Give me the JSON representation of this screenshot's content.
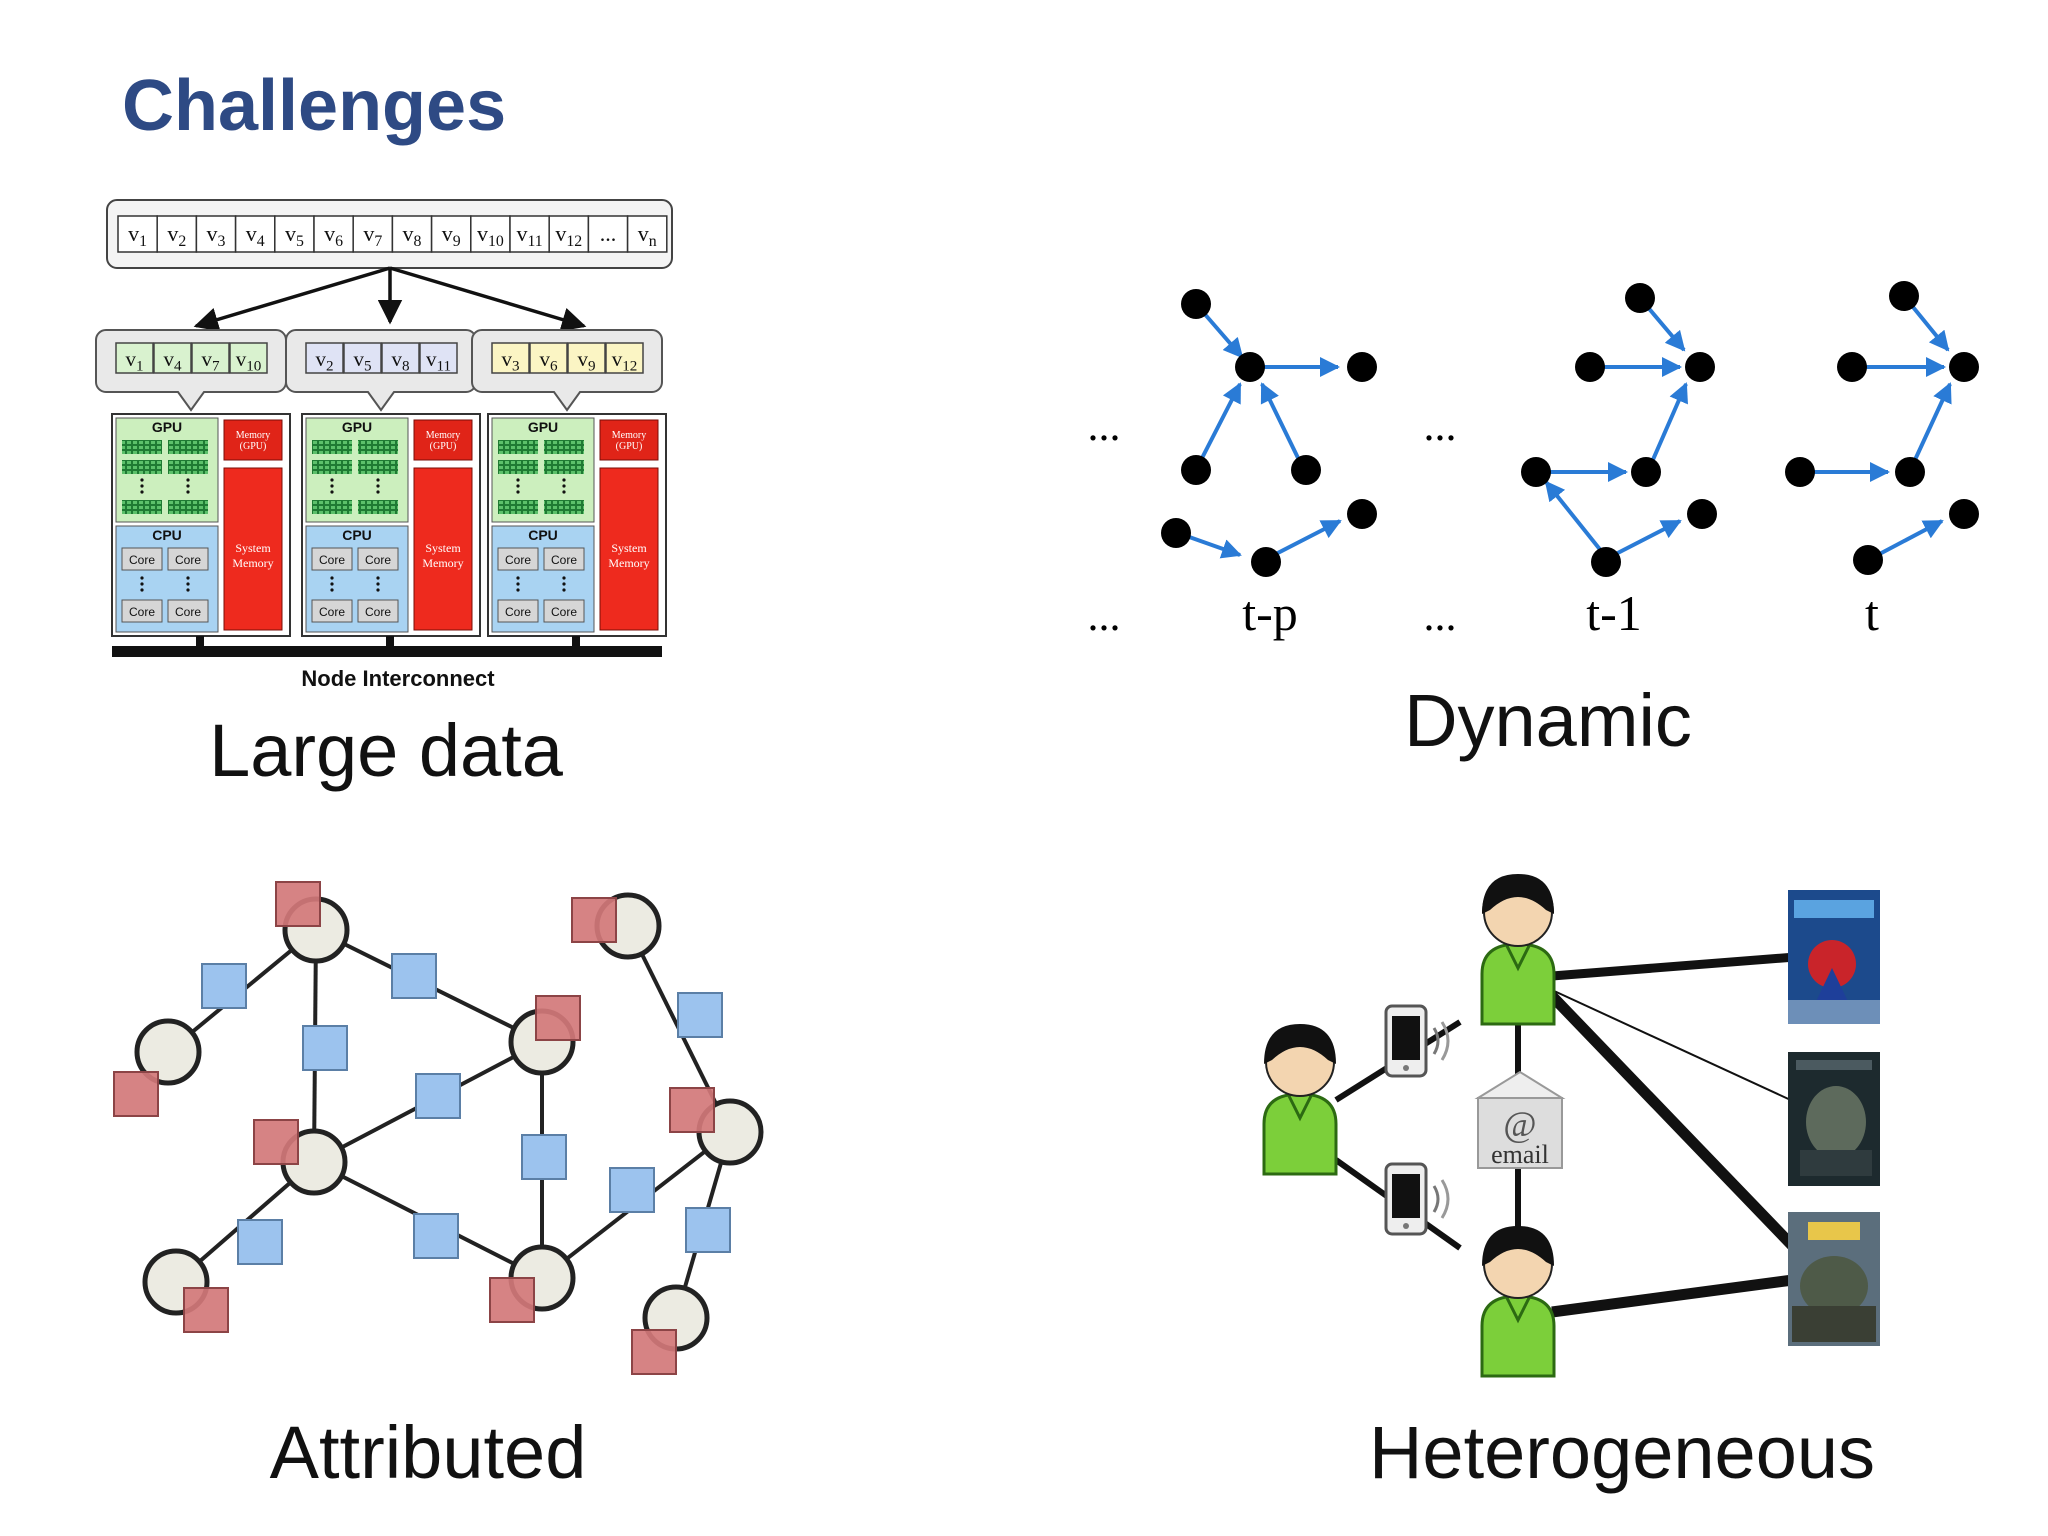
{
  "slide": {
    "title": "Challenges",
    "panels": {
      "large_data": {
        "caption": "Large data",
        "vertex_array": [
          "v",
          "v",
          "v",
          "v",
          "v",
          "v",
          "v",
          "v",
          "v",
          "v",
          "v",
          "v",
          "...",
          "v"
        ],
        "vertex_subscripts": [
          "1",
          "2",
          "3",
          "4",
          "5",
          "6",
          "7",
          "8",
          "9",
          "10",
          "11",
          "12",
          "",
          "n"
        ],
        "partitions": [
          {
            "subs": [
              "1",
              "4",
              "7",
              "10"
            ],
            "color": "#d9f2cf"
          },
          {
            "subs": [
              "2",
              "5",
              "8",
              "11"
            ],
            "color": "#dfe3f5"
          },
          {
            "subs": [
              "3",
              "6",
              "9",
              "12"
            ],
            "color": "#fbf5c4"
          }
        ],
        "node_labels": {
          "gpu": "GPU",
          "cpu": "CPU",
          "core": "Core",
          "memory_gpu": [
            "Memory",
            "(GPU)"
          ],
          "system_memory": [
            "System",
            "Memory"
          ]
        },
        "interconnect": "Node Interconnect"
      },
      "dynamic": {
        "caption": "Dynamic",
        "time_labels": [
          "...",
          "t-p",
          "...",
          "t-1",
          "t"
        ],
        "ellipsis": "..."
      },
      "attributed": {
        "caption": "Attributed"
      },
      "heterogeneous": {
        "caption": "Heterogeneous",
        "email_label": "email",
        "at_symbol": "@"
      }
    },
    "colors": {
      "title": "#2e4a84",
      "edge_blue": "#2a7bd6",
      "attr_red": "#d3787a",
      "attr_blue": "#9cc3ee",
      "person_green": "#7ccf3a",
      "memory_red": "#ee2a1e"
    }
  }
}
